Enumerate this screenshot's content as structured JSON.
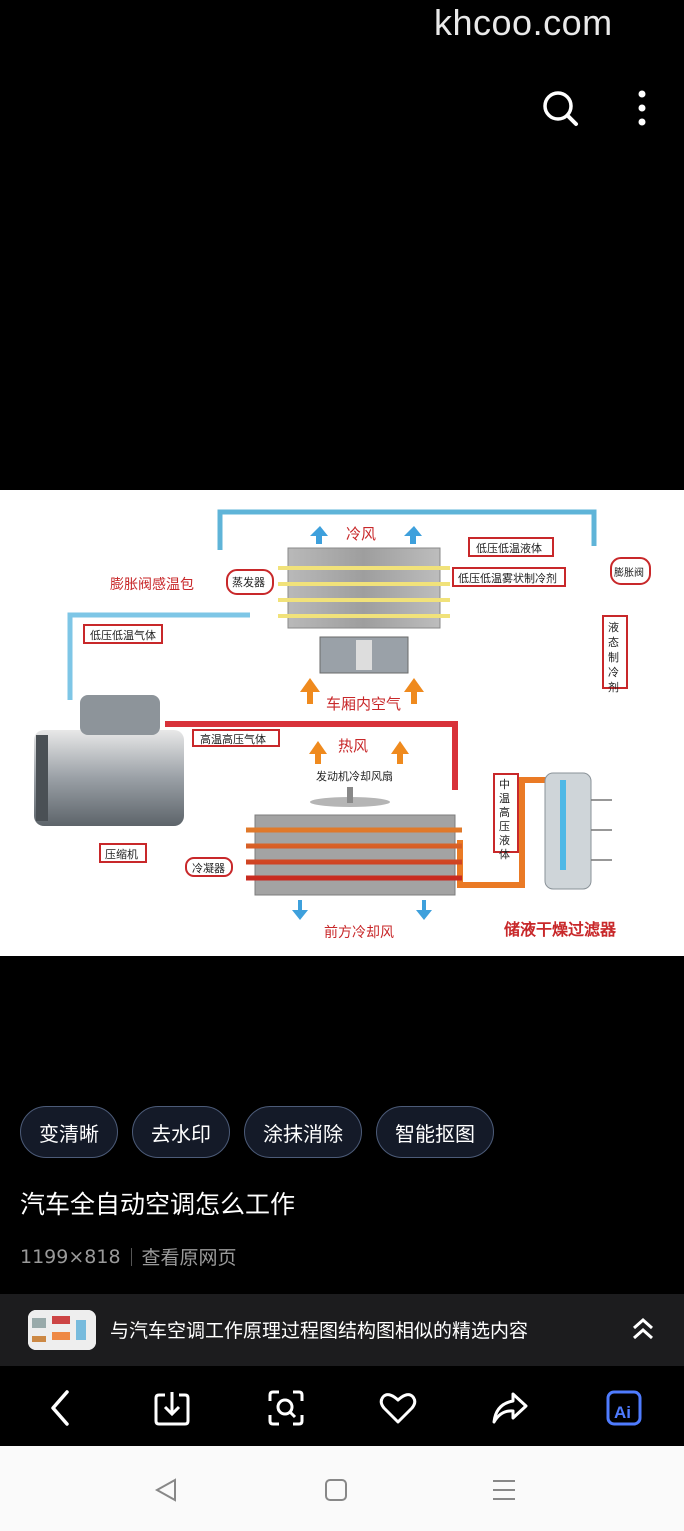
{
  "watermark": "khcoo.com",
  "top_bar": {
    "search_icon": "search-icon",
    "more_icon": "more-vertical-icon"
  },
  "diagram": {
    "labels": {
      "cold_air": "冷风",
      "expansion_bulb": "膨胀阀感温包",
      "evaporator": "蒸发器",
      "low_pressure_liquid": "低压低温液体",
      "low_pressure_mist": "低压低温雾状制冷剂",
      "expansion_valve": "膨胀阀",
      "liquid_refrigerant": "液态制冷剂",
      "low_pressure_gas": "低压低温气体",
      "cabin_air": "车厢内空气",
      "high_pressure_gas": "高温高压气体",
      "hot_air": "热风",
      "fan": "发动机冷却风扇",
      "mid_pressure_liquid": "中温高压液体",
      "compressor": "压缩机",
      "condenser": "冷凝器",
      "front_cooling_air": "前方冷却风",
      "receiver_drier": "储液干燥过滤器"
    }
  },
  "chips": [
    "变清晰",
    "去水印",
    "涂抹消除",
    "智能抠图"
  ],
  "image_title": "汽车全自动空调怎么工作",
  "image_meta": {
    "size": "1199×818",
    "source_link": "查看原网页"
  },
  "similar": {
    "text": "与汽车空调工作原理过程图结构图相似的精选内容",
    "icon": "chevron-double-up-icon"
  },
  "bottom_bar": [
    "back-icon",
    "download-icon",
    "lens-icon",
    "heart-icon",
    "share-icon",
    "ai-icon"
  ],
  "system_nav": [
    "back-triangle-icon",
    "home-square-icon",
    "menu-lines-icon"
  ],
  "colors": {
    "chip_border": "#4c5b78",
    "ai_accent": "#4f7cff",
    "diagram_red": "#c8282a"
  }
}
